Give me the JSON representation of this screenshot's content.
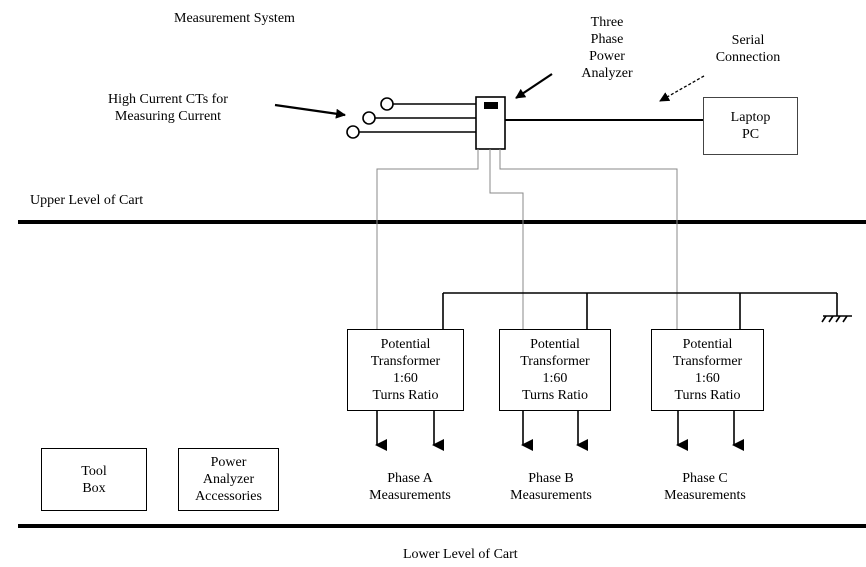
{
  "title": "Measurement System",
  "labels": {
    "three_phase": [
      "Three",
      "Phase",
      "Power",
      "Analyzer"
    ],
    "serial": [
      "Serial",
      "Connection"
    ],
    "high_current": [
      "High Current CTs for",
      "Measuring Current"
    ],
    "upper_level": "Upper Level of Cart",
    "lower_level": "Lower Level of Cart"
  },
  "laptop": [
    "Laptop",
    "PC"
  ],
  "transformers": [
    {
      "lines": [
        "Potential",
        "Transformer",
        "1:60",
        "Turns Ratio"
      ],
      "phase": [
        "Phase A",
        "Measurements"
      ]
    },
    {
      "lines": [
        "Potential",
        "Transformer",
        "1:60",
        "Turns Ratio"
      ],
      "phase": [
        "Phase B",
        "Measurements"
      ]
    },
    {
      "lines": [
        "Potential",
        "Transformer",
        "1:60",
        "Turns Ratio"
      ],
      "phase": [
        "Phase C",
        "Measurements"
      ]
    }
  ],
  "tool_box": [
    "Tool",
    "Box"
  ],
  "accessories": [
    "Power",
    "Analyzer",
    "Accessories"
  ]
}
